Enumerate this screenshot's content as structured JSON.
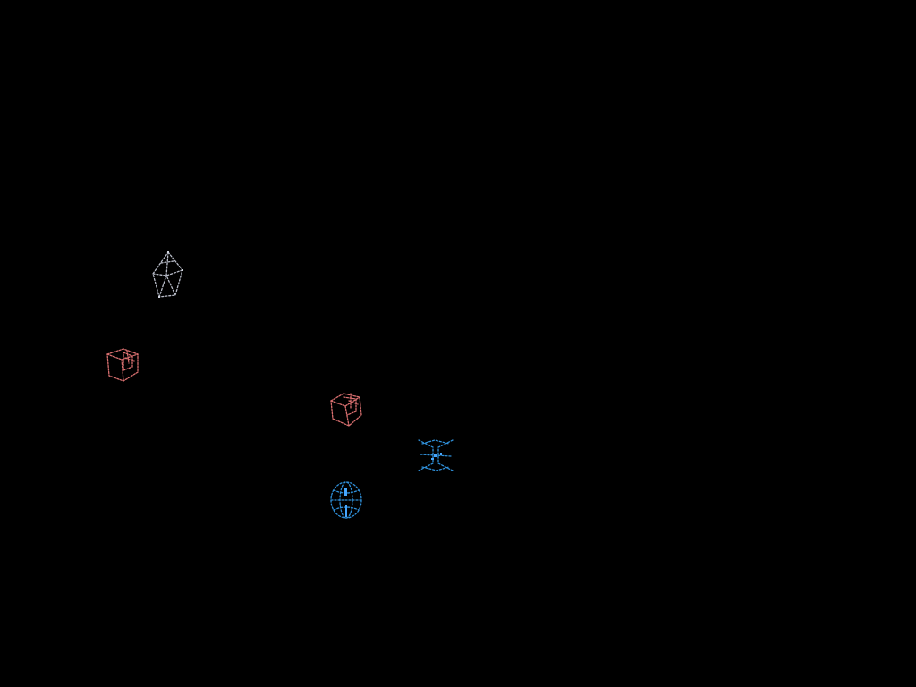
{
  "scene": {
    "background_color": "#000000",
    "pieces": [
      {
        "id": "piece-1",
        "icon": "wireframe-diamond-icon",
        "color": "#b8bcc8"
      },
      {
        "id": "piece-2",
        "icon": "wireframe-cube-icon",
        "color": "#d86f6f"
      },
      {
        "id": "piece-3",
        "icon": "wireframe-cube-icon",
        "color": "#d86f6f"
      },
      {
        "id": "piece-4",
        "icon": "wireframe-cross-icon",
        "color": "#2f8fd8"
      },
      {
        "id": "piece-5",
        "icon": "wireframe-sphere-icon",
        "color": "#2f8fd8"
      }
    ]
  }
}
